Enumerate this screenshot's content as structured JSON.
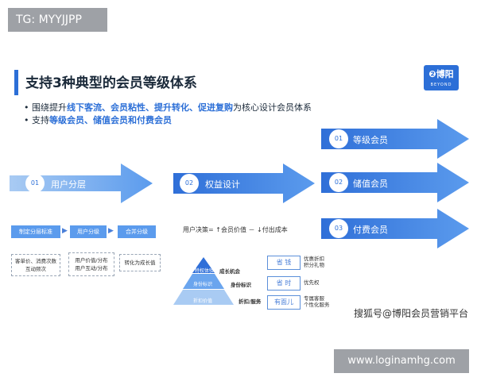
{
  "watermark_tag": "TG: MYYJJPP",
  "title": "支持3种典型的会员等级体系",
  "logo": {
    "main": "❷博阳",
    "sub": "BEYOND"
  },
  "bullets": [
    {
      "prefix": "围绕提升",
      "highlight": "线下客流、会员粘性、提升转化、促进复购",
      "suffix": "为核心设计会员体系"
    },
    {
      "prefix": "支持",
      "highlight": "等级会员、储值会员和付费会员",
      "suffix": ""
    }
  ],
  "flow": {
    "step1": {
      "num": "01",
      "label": "用户分层"
    },
    "step2": {
      "num": "02",
      "label": "权益设计"
    }
  },
  "types": [
    {
      "num": "01",
      "label": "等级会员"
    },
    {
      "num": "02",
      "label": "储值会员"
    },
    {
      "num": "03",
      "label": "付费会员"
    }
  ],
  "process_chips": [
    "制定分层标准",
    "用户分级",
    "合并分级"
  ],
  "desc_boxes": [
    "客单价、消费次数\n互动频次",
    "用户价值/分布\n用户互动/分布",
    "转化为成长值"
  ],
  "formula": "用户决策= ↑会员价值 － ↓付出成本",
  "pyramid": {
    "levels": [
      "特权体验",
      "身份标识",
      "折扣价值"
    ],
    "side_labels": [
      "成长机会",
      "身份标识",
      "折扣/服务"
    ]
  },
  "benefit_tags": [
    {
      "tag": "省 钱",
      "desc": "优惠折扣\n积分礼物"
    },
    {
      "tag": "省 时",
      "desc": "优先权"
    },
    {
      "tag": "有面儿",
      "desc": "专属客服\n个性化服务"
    }
  ],
  "source": "搜狐号@博阳会员营销平台",
  "watermark_url": "www.loginamhg.com",
  "colors": {
    "accent": "#2c6fd7",
    "arrow": "#5b9bed",
    "watermark": "#9ea1a6"
  }
}
